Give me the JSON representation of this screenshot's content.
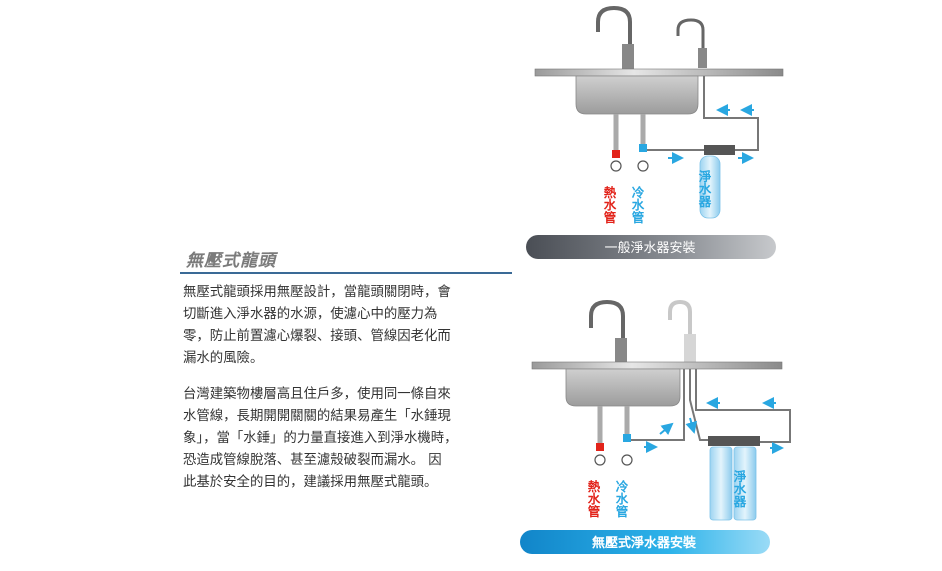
{
  "heading": "無壓式龍頭",
  "paragraph1": [
    "無壓式龍頭採用無壓設計，當龍頭關閉時，會",
    "切斷進入淨水器的水源，使濾心中的壓力為",
    "零，防止前置濾心爆裂、接頭、管線因老化而",
    "漏水的風險。"
  ],
  "paragraph2": [
    "台灣建築物樓層高且住戶多，使用同一條自來",
    "水管線，長期開開關關的結果易產生「水錘現",
    "象」，當「水錘」的力量直接進入到淨水機時，",
    "恐造成管線脫落、甚至濾殼破裂而漏水。 因",
    "此基於安全的目的，建議採用無壓式龍頭。"
  ],
  "diagram_top": {
    "hot_pipe_label": "熱水管",
    "cold_pipe_label": "冷水管",
    "filter_label": "淨水器",
    "caption": "一般淨水器安裝"
  },
  "diagram_bottom": {
    "hot_pipe_label": "熱水管",
    "cold_pipe_label": "冷水管",
    "filter_label": "淨水器",
    "caption": "無壓式淨水器安裝"
  },
  "colors": {
    "heading": "#7b7b7b",
    "rule": "#3a6a96",
    "hot": "#e2231a",
    "cold": "#29a7e1",
    "caption_top": "#5b5f66",
    "caption_bottom": "#1ea4e0"
  }
}
